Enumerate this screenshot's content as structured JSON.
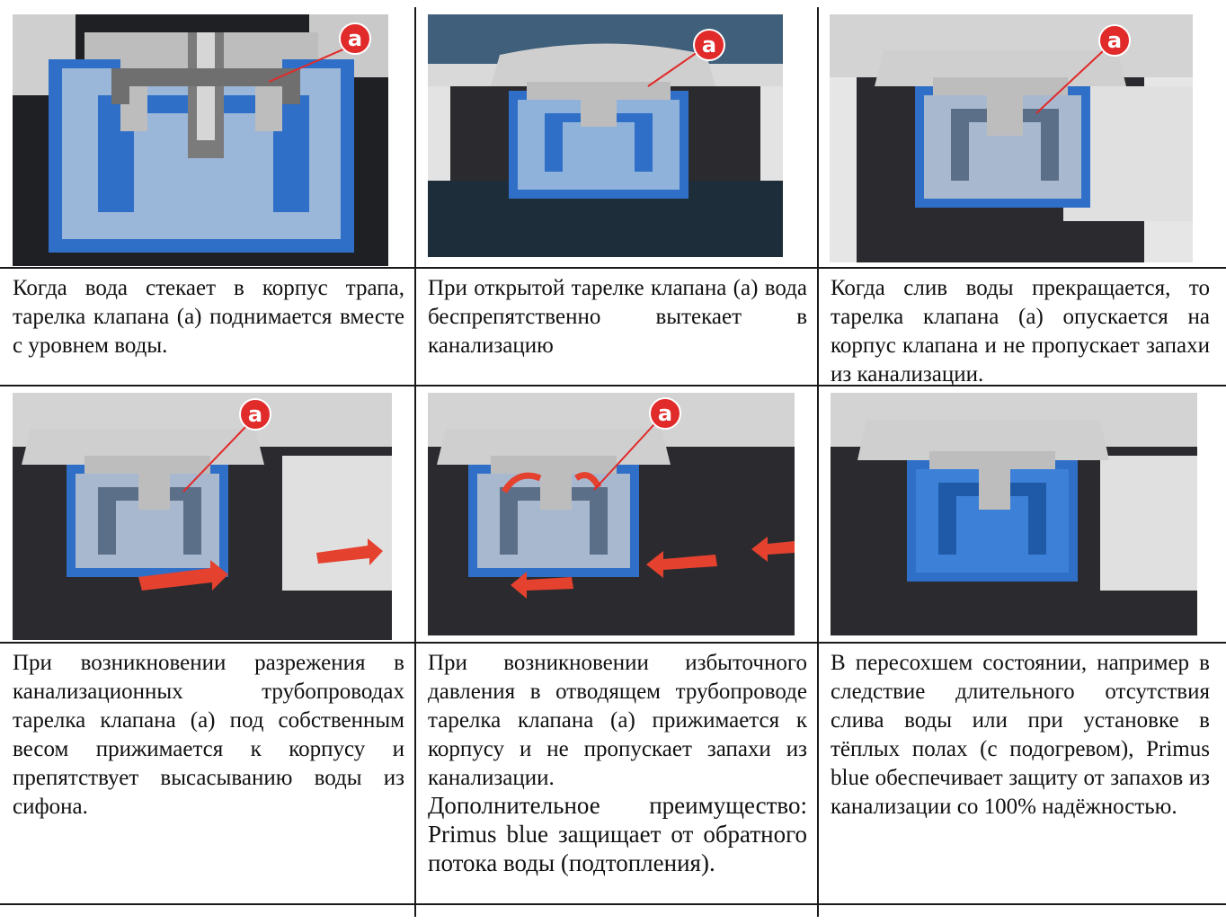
{
  "callout_label": "a",
  "colors": {
    "body_blue": "#2f6fc7",
    "water_blue": "#8fb2db",
    "callout_red": "#e12a2a",
    "arrow_red": "#e4412f",
    "housing_dark": "#2b2b2f",
    "concrete": "#d9d9d9"
  },
  "cells": [
    {
      "illustration": "drain-valve-rising",
      "text": "Когда вода стекает в корпус трапа, тарелка клапана (а) поднимается вместе с уровнем воды."
    },
    {
      "illustration": "drain-valve-open-flow",
      "text": "При открытой тарелке клапана (а) вода беспрепятственно вытекает в канализацию"
    },
    {
      "illustration": "drain-valve-closed",
      "text": "Когда слив воды прекращается, то тарелка клапана (а) опускается на корпус клапана и не пропускает запахи из канализации."
    },
    {
      "illustration": "drain-valve-vacuum",
      "text": "При возникновении разрежения в канализационных трубопроводах тарелка клапана (а) под собственным весом прижимается к корпусу и препятствует высасыванию воды из сифона."
    },
    {
      "illustration": "drain-valve-overpressure",
      "text": "При возникновении избыточного давления в отводящем трубопроводе тарелка клапана (а) прижимается к корпусу и не пропускает запахи из канализации.",
      "text_extra": "Дополнительное преимущество: Primus blue защищает от обратного потока воды (подтопления)."
    },
    {
      "illustration": "drain-valve-dry",
      "text": "В пересохшем состоянии, например в следствие длительного отсутствия слива воды или при установке в тёплых полах (с подогревом), Primus blue обеспечивает защиту от запахов из канализации со 100% надёжностью."
    }
  ]
}
